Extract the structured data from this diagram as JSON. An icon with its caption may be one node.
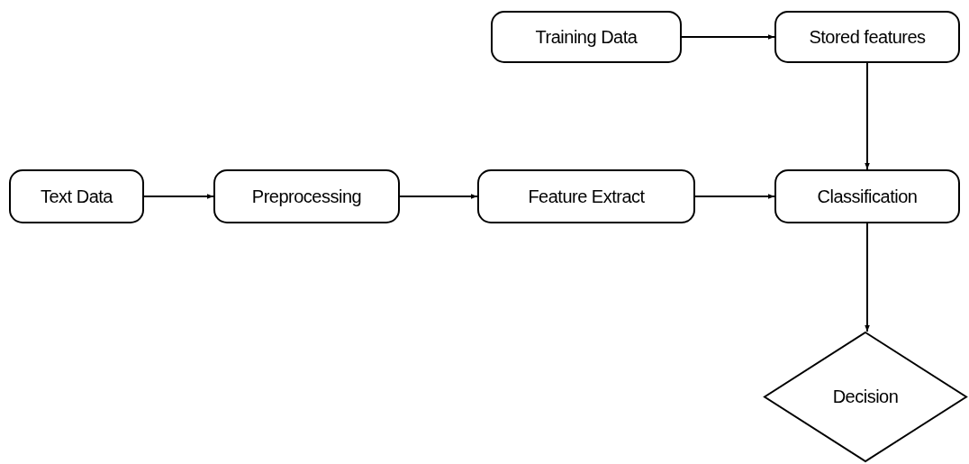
{
  "diagram": {
    "nodes": [
      {
        "text": [
          "Training Data"
        ]
      },
      {
        "text": [
          "Stored features"
        ]
      },
      {
        "text": [
          "Text Data"
        ]
      },
      {
        "text": [
          "Preprocessing"
        ]
      },
      {
        "text": [
          "Feature Extract"
        ]
      },
      {
        "text": [
          "Classification"
        ]
      },
      {
        "text": [
          "Decision"
        ]
      }
    ],
    "edges": [
      {
        "from": 0,
        "to": 1,
        "arrow": "to"
      },
      {
        "from": 1,
        "to": 5,
        "arrow": "to"
      },
      {
        "from": 2,
        "to": 3,
        "arrow": "to"
      },
      {
        "from": 3,
        "to": 4,
        "arrow": "to"
      },
      {
        "from": 4,
        "to": 5,
        "arrow": "to"
      },
      {
        "from": 5,
        "to": 6,
        "arrow": "to"
      }
    ]
  }
}
